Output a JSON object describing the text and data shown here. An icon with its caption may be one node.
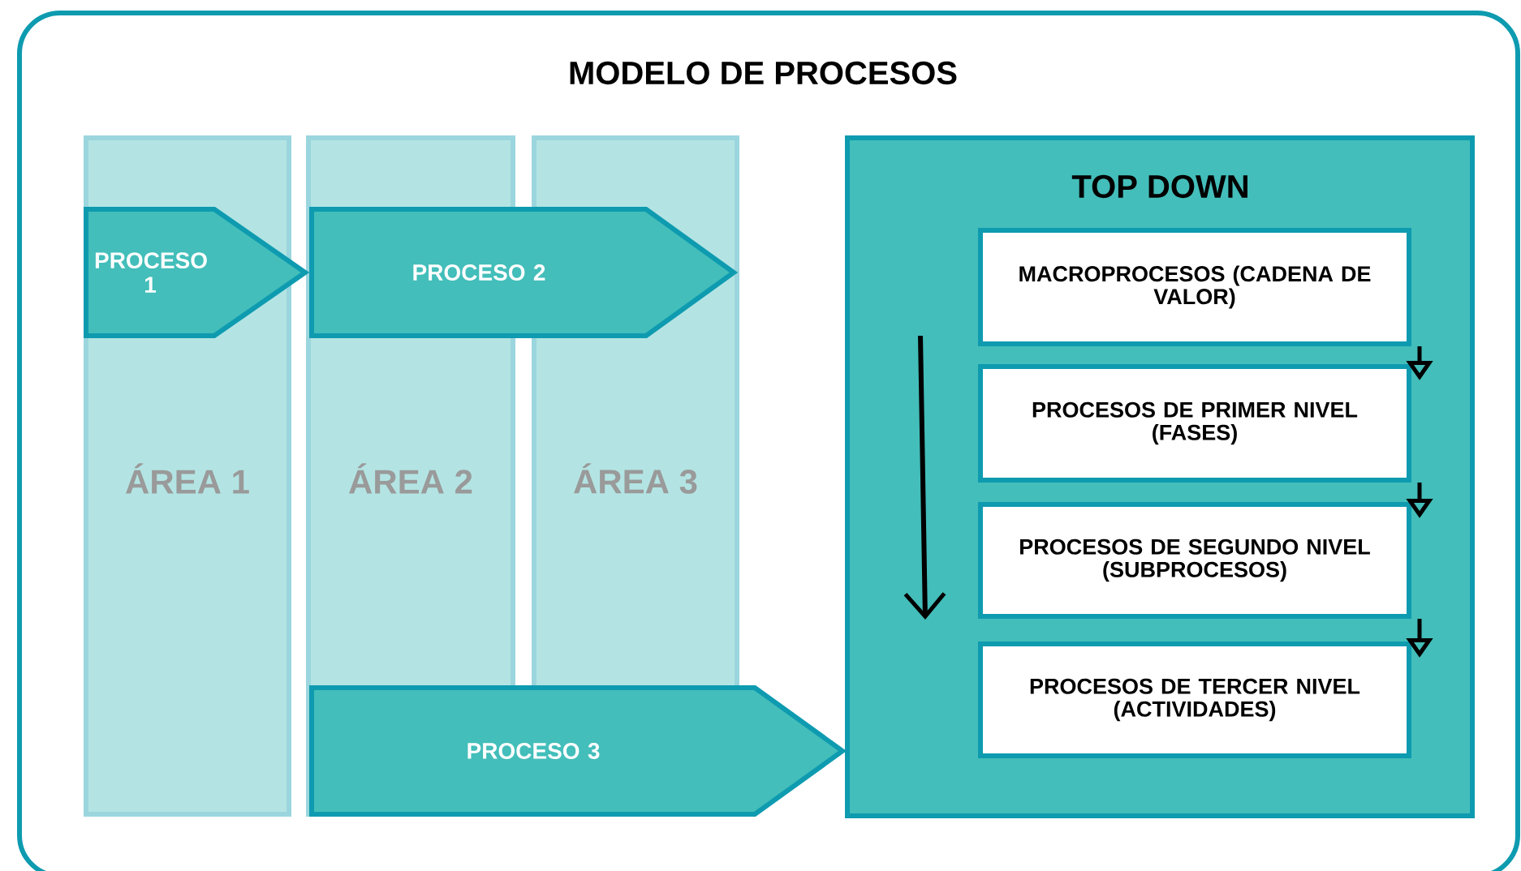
{
  "diagram": {
    "title": "MODELO DE PROCESOS",
    "nodes": [
      {
        "text": [
          "ÁREA 1"
        ]
      },
      {
        "text": [
          "ÁREA 2"
        ]
      },
      {
        "text": [
          "ÁREA 3"
        ]
      },
      {
        "text": [
          "PROCESO 1"
        ]
      },
      {
        "text": [
          "PROCESO 2"
        ]
      },
      {
        "text": [
          "PROCESO 3"
        ]
      },
      {
        "text": [
          "TOP DOWN"
        ]
      },
      {
        "text": [
          "MACROPROCESOS (CADENA DE VALOR)"
        ],
        "in": 6
      },
      {
        "text": [
          "PROCESOS DE PRIMER NIVEL (FASES)"
        ],
        "in": 6
      },
      {
        "text": [
          "PROCESOS DE SEGUNDO NIVEL (SUBPROCESOS)"
        ],
        "in": 6
      },
      {
        "text": [
          "PROCESOS DE TERCER NIVEL (ACTIVIDADES)"
        ],
        "in": 6
      }
    ],
    "edges": [
      {
        "from": 7,
        "to": 8,
        "arrow": "to"
      },
      {
        "from": 8,
        "to": 9,
        "arrow": "to"
      },
      {
        "from": 9,
        "to": 10,
        "arrow": "to"
      }
    ]
  }
}
